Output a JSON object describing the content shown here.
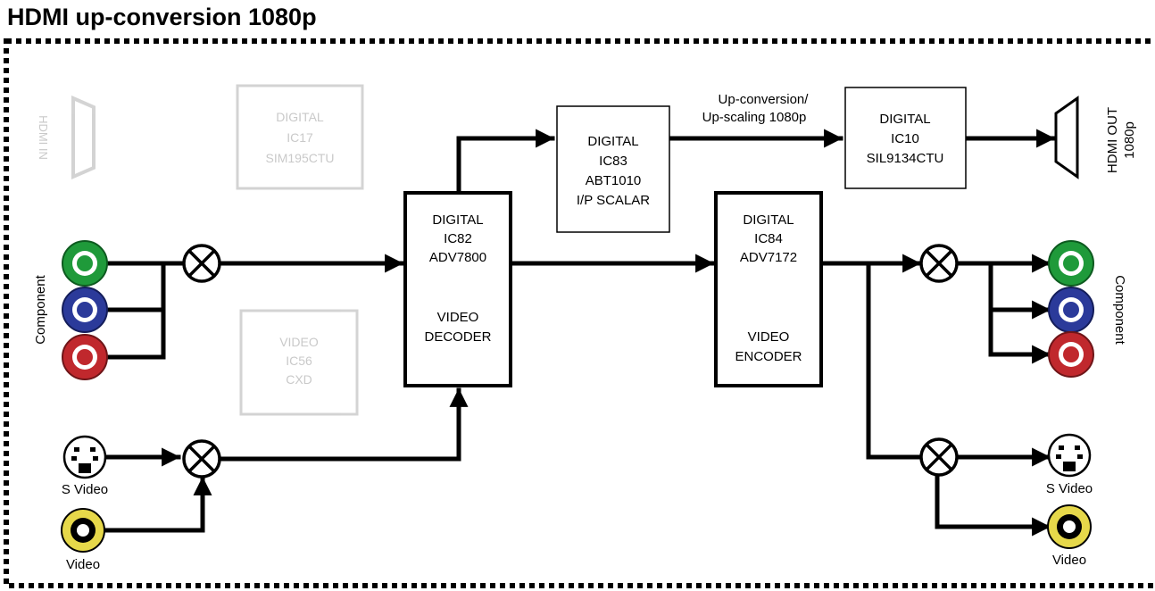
{
  "title": "HDMI up-conversion 1080p",
  "blocks": {
    "ic82": {
      "lines": [
        "DIGITAL",
        "IC82",
        "ADV7800",
        "",
        "VIDEO",
        "DECODER"
      ]
    },
    "ic83": {
      "lines": [
        "DIGITAL",
        "IC83",
        "ABT1010",
        "I/P SCALAR"
      ]
    },
    "ic84": {
      "lines": [
        "DIGITAL",
        "IC84",
        "ADV7172",
        "",
        "VIDEO",
        "ENCODER"
      ]
    },
    "ic10": {
      "lines": [
        "DIGITAL",
        "IC10",
        "SIL9134CTU"
      ]
    },
    "ic17_faded": {
      "lines": [
        "DIGITAL",
        "IC17",
        "SIM195CTU"
      ]
    },
    "video_faded": {
      "lines": [
        "VIDEO",
        "IC56",
        "CXD"
      ]
    }
  },
  "labels": {
    "upconv_line1": "Up-conversion/",
    "upconv_line2": "Up-scaling 1080p",
    "hdmi_out_line1": "HDMI OUT",
    "hdmi_out_line2": "1080p",
    "hdmi_in_faded": "HDMI IN",
    "component_left": "Component",
    "component_right": "Component",
    "svideo_left": "S Video",
    "video_left": "Video",
    "svideo_right": "S Video",
    "video_right": "Video"
  },
  "colors": {
    "green_jack": "#1f9a3a",
    "blue_jack": "#2b3a9a",
    "red_jack": "#c0282d",
    "yellow_jack": "#e6d84a",
    "faded": "#c8c8c8"
  }
}
